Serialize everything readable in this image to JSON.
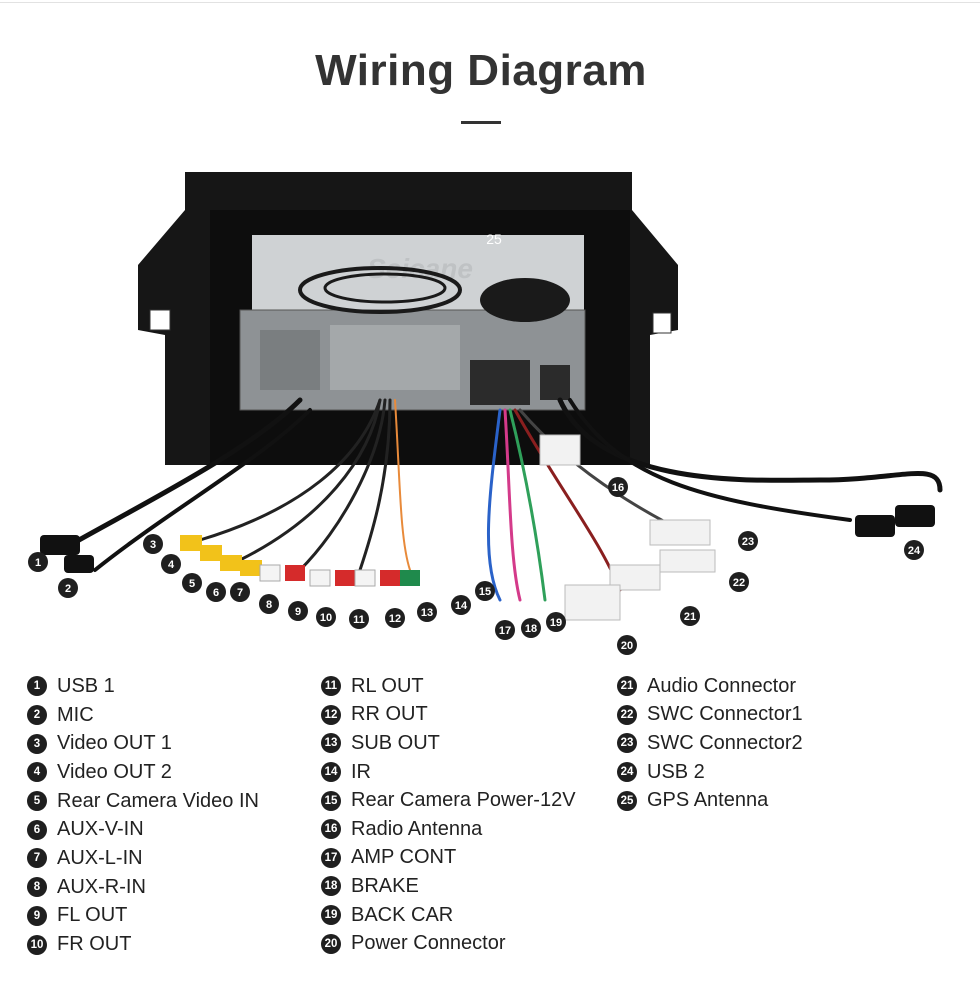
{
  "title": "Wiring Diagram",
  "watermark": "Seicane",
  "colors": {
    "ink": "#1f1f1f",
    "title": "#333333",
    "red": "#d52b2b",
    "yellow": "#f2c21a",
    "green": "#1f8a4c"
  },
  "photo_callouts": [
    "1",
    "2",
    "3",
    "4",
    "5",
    "6",
    "7",
    "8",
    "9",
    "10",
    "11",
    "12",
    "13",
    "14",
    "15",
    "16",
    "17",
    "18",
    "19",
    "20",
    "21",
    "22",
    "23",
    "24",
    "25"
  ],
  "legend": {
    "col1": [
      {
        "n": "1",
        "label": "USB 1"
      },
      {
        "n": "2",
        "label": "MIC"
      },
      {
        "n": "3",
        "label": "Video OUT 1"
      },
      {
        "n": "4",
        "label": "Video OUT 2"
      },
      {
        "n": "5",
        "label": "Rear Camera Video IN"
      },
      {
        "n": "6",
        "label": "AUX-V-IN"
      },
      {
        "n": "7",
        "label": "AUX-L-IN"
      },
      {
        "n": "8",
        "label": "AUX-R-IN"
      },
      {
        "n": "9",
        "label": "FL OUT"
      },
      {
        "n": "10",
        "label": "FR OUT"
      }
    ],
    "col2": [
      {
        "n": "11",
        "label": "RL OUT"
      },
      {
        "n": "12",
        "label": "RR OUT"
      },
      {
        "n": "13",
        "label": "SUB OUT"
      },
      {
        "n": "14",
        "label": "IR"
      },
      {
        "n": "15",
        "label": "Rear Camera Power-12V"
      },
      {
        "n": "16",
        "label": "Radio Antenna"
      },
      {
        "n": "17",
        "label": "AMP CONT"
      },
      {
        "n": "18",
        "label": "BRAKE"
      },
      {
        "n": "19",
        "label": "BACK CAR"
      },
      {
        "n": "20",
        "label": "Power Connector"
      }
    ],
    "col3": [
      {
        "n": "21",
        "label": "Audio Connector"
      },
      {
        "n": "22",
        "label": "SWC Connector1"
      },
      {
        "n": "23",
        "label": "SWC Connector2"
      },
      {
        "n": "24",
        "label": "USB 2"
      },
      {
        "n": "25",
        "label": "GPS Antenna"
      }
    ]
  }
}
